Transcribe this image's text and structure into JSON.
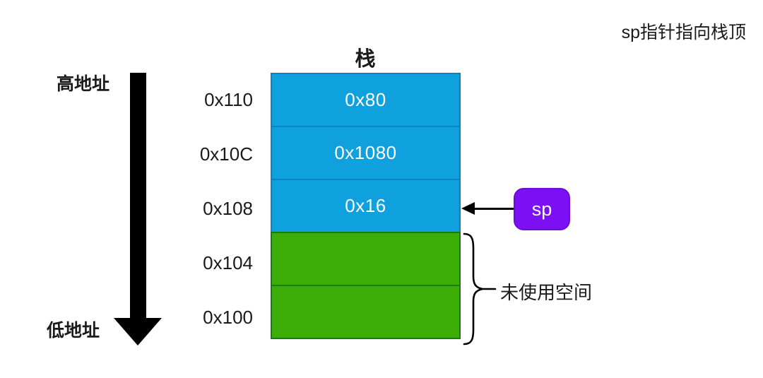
{
  "annotation": {
    "top_right": "sp指针指向栈顶"
  },
  "stack": {
    "title": "栈",
    "cells": [
      {
        "address": "0x110",
        "value": "0x80",
        "state": "used"
      },
      {
        "address": "0x10C",
        "value": "0x1080",
        "state": "used"
      },
      {
        "address": "0x108",
        "value": "0x16",
        "state": "used"
      },
      {
        "address": "0x104",
        "value": "",
        "state": "free"
      },
      {
        "address": "0x100",
        "value": "",
        "state": "free"
      }
    ]
  },
  "axis": {
    "high_label": "高地址",
    "low_label": "低地址"
  },
  "pointer": {
    "label": "sp",
    "points_to_address": "0x108"
  },
  "brace": {
    "label": "未使用空间"
  },
  "colors": {
    "used_fill": "#0fa0de",
    "used_border": "#0884c2",
    "free_fill": "#3dad08",
    "free_border": "#1b7c0e",
    "pointer_fill": "#7b10f4",
    "pointer_border": "#6a0bd8",
    "arrow": "#000000",
    "text": "#1a1a1a",
    "cell_text": "#ffffff",
    "bg": "#ffffff"
  }
}
